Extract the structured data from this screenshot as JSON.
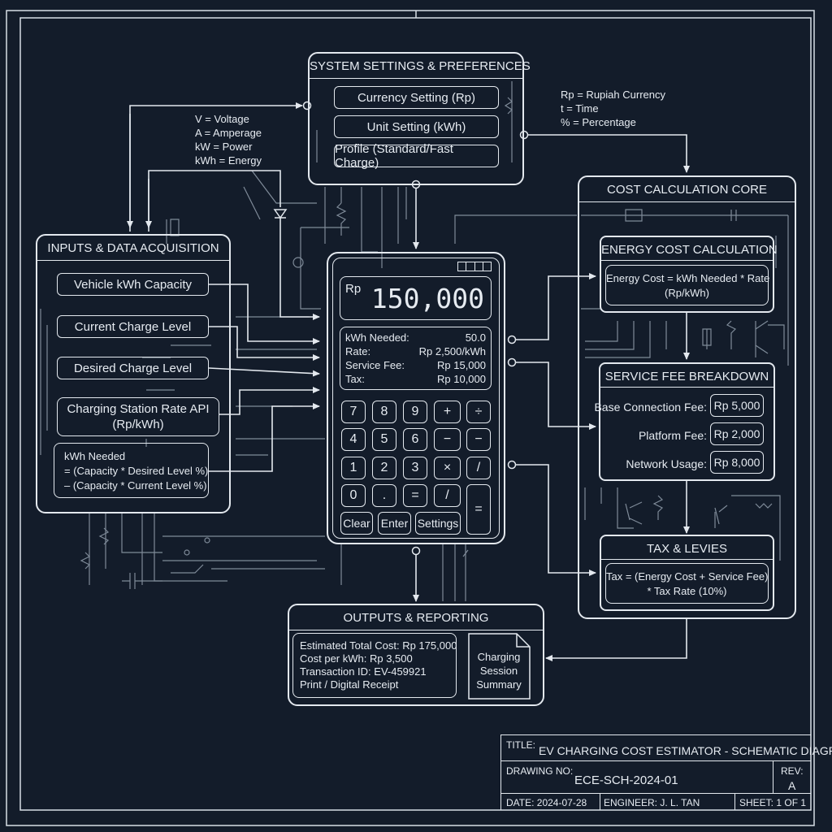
{
  "settings": {
    "title": "SYSTEM SETTINGS & PREFERENCES",
    "currency": "Currency Setting (Rp)",
    "unit": "Unit Setting (kWh)",
    "profile": "Profile (Standard/Fast Charge)"
  },
  "legend_left": [
    "V = Voltage",
    "A = Amperage",
    "kW = Power",
    "kWh = Energy"
  ],
  "legend_right": [
    "Rp = Rupiah Currency",
    "t = Time",
    "% = Percentage"
  ],
  "inputs": {
    "title": "INPUTS & DATA ACQUISITION",
    "vehicle_capacity": "Vehicle kWh Capacity",
    "current_level": "Current Charge Level",
    "desired_level": "Desired Charge Level",
    "rate_api_line1": "Charging Station Rate API",
    "rate_api_line2": "(Rp/kWh)",
    "formula": [
      "kWh Needed",
      "= (Capacity * Desired Level %)",
      "– (Capacity * Current Level %)"
    ]
  },
  "calculator": {
    "currency": "Rp",
    "display_value": "150,000",
    "details": [
      {
        "label": "kWh Needed:",
        "value": "50.0"
      },
      {
        "label": "Rate:",
        "value": "Rp 2,500/kWh"
      },
      {
        "label": "Service Fee:",
        "value": "Rp 15,000"
      },
      {
        "label": "Tax:",
        "value": "Rp 10,000"
      }
    ],
    "keys": [
      "7",
      "8",
      "9",
      "+",
      "÷",
      "4",
      "5",
      "6",
      "−",
      "−",
      "1",
      "2",
      "3",
      "×",
      "/",
      "0",
      ".",
      "=",
      "/"
    ],
    "big_equals": "=",
    "clear": "Clear",
    "enter": "Enter",
    "settings": "Settings"
  },
  "core": {
    "title": "COST CALCULATION CORE",
    "energy_title": "ENERGY COST CALCULATION",
    "energy_formula": [
      "Energy Cost = kWh Needed * Rate",
      "(Rp/kWh)"
    ],
    "fee_title": "SERVICE FEE BREAKDOWN",
    "fees": [
      {
        "label": "Base Connection Fee:",
        "value": "Rp 5,000"
      },
      {
        "label": "Platform Fee:",
        "value": "Rp 2,000"
      },
      {
        "label": "Network Usage:",
        "value": "Rp 8,000"
      }
    ],
    "tax_title": "TAX & LEVIES",
    "tax_formula": [
      "Tax = (Energy Cost + Service Fee)",
      "* Tax Rate (10%)"
    ]
  },
  "outputs": {
    "title": "OUTPUTS & REPORTING",
    "lines": [
      "Estimated Total Cost: Rp 175,000",
      "Cost per kWh: Rp 3,500",
      "Transaction ID: EV-459921",
      "Print / Digital Receipt"
    ],
    "doc": [
      "Charging",
      "Session",
      "Summary"
    ]
  },
  "titleblock": {
    "title_label": "TITLE:",
    "title_value": "EV CHARGING COST ESTIMATOR - SCHEMATIC DIAGRAM",
    "drawing_label": "DRAWING NO:",
    "drawing_value": "ECE-SCH-2024-01",
    "rev_label": "REV:",
    "rev_value": "A",
    "date": "DATE: 2024-07-28",
    "engineer": "ENGINEER: J. L. TAN",
    "sheet": "SHEET: 1 OF 1"
  },
  "colors": {
    "background": "#131c2a",
    "line": "#e3e8ee",
    "wire": "#8e99a6"
  }
}
